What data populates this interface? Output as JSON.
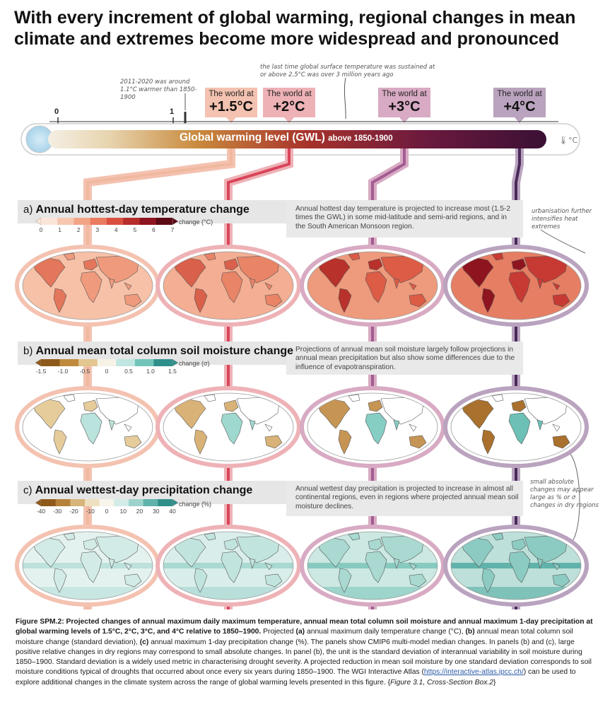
{
  "title": "With every increment of global warming, regional changes in mean climate and extremes become more widespread and pronounced",
  "notes": {
    "current": "2011-2020 was around 1.1°C warmer than 1850-1900",
    "past": "the last time global surface temperature was sustained at or above 2.5°C was over 3 million years ago",
    "urban": "urbanisation further intensifies heat extremes",
    "dry": "small absolute changes may appear large as % or σ changes in dry regions"
  },
  "thermometer": {
    "ticks": [
      "0",
      "1"
    ],
    "label": "Global warming level (GWL)",
    "sublabel": "above 1850-1900",
    "unit_icon": "°C",
    "levels": [
      {
        "top": "The world at",
        "value": "+1.5°C",
        "color": "#f4c2b0"
      },
      {
        "top": "The world at",
        "value": "+2°C",
        "color": "#eeb2b6"
      },
      {
        "top": "The world at",
        "value": "+3°C",
        "color": "#d8aac3"
      },
      {
        "top": "The world at",
        "value": "+4°C",
        "color": "#baa3bf"
      }
    ]
  },
  "panels": [
    {
      "letter": "a)",
      "title": "Annual hottest-day temperature change",
      "description": "Annual hottest day temperature is projected to increase most (1.5-2 times the GWL) in some mid-latitude and semi-arid regions, and in the South American Monsoon region.",
      "unit": "change (°C)",
      "ticks": [
        "0",
        "1",
        "2",
        "3",
        "4",
        "5",
        "6",
        "7"
      ],
      "colors": [
        "#fbe4d8",
        "#f7c7b0",
        "#f2a486",
        "#e97b5f",
        "#d9503e",
        "#b72d2c",
        "#8e1520",
        "#5c0a14"
      ]
    },
    {
      "letter": "b)",
      "title": "Annual mean total column soil moisture change",
      "description": "Projections of annual mean soil moisture largely follow projections in annual mean precipitation but also show some differences due to the influence of evapotranspiration.",
      "unit": "change (σ)",
      "ticks": [
        "-1.5",
        "-1.0",
        "-0.5",
        "0",
        "0.5",
        "1.0",
        "1.5"
      ],
      "colors": [
        "#8e5a1c",
        "#c08a3e",
        "#e3c690",
        "#f7f2e6",
        "#bfe6e0",
        "#72c4bb",
        "#2f8f8a"
      ]
    },
    {
      "letter": "c)",
      "title": "Annual wettest-day precipitation change",
      "description": "Annual wettest day precipitation is projected to increase in almost all continental regions, even in regions where projected annual mean soil moisture declines.",
      "unit": "change (%)",
      "ticks": [
        "-40",
        "-30",
        "-20",
        "-10",
        "0",
        "10",
        "20",
        "30",
        "40"
      ],
      "colors": [
        "#8e5a1c",
        "#b5823c",
        "#d6b47a",
        "#efe0c0",
        "#f7f4ec",
        "#d3ece8",
        "#9dd3cc",
        "#5fb3ab",
        "#2f8f8a"
      ]
    }
  ],
  "maps": {
    "temp": [
      {
        "ocean": "#f7c1a8",
        "land": "#ef9a7c",
        "hot": "#e3765b"
      },
      {
        "ocean": "#f3ae93",
        "land": "#e98467",
        "hot": "#d9604a"
      },
      {
        "ocean": "#ee9a7c",
        "land": "#dc5c45",
        "hot": "#b8312b"
      },
      {
        "ocean": "#e57e62",
        "land": "#c73a33",
        "hot": "#8e1520"
      }
    ],
    "soil": [
      {
        "ocean": "#ffffff",
        "dry": "#e6cc9a",
        "wet": "#b9e3dc"
      },
      {
        "ocean": "#ffffff",
        "dry": "#d9b277",
        "wet": "#9fd8cf"
      },
      {
        "ocean": "#ffffff",
        "dry": "#c69553",
        "wet": "#86cdc3"
      },
      {
        "ocean": "#ffffff",
        "dry": "#a9712d",
        "wet": "#6cc0b6"
      }
    ],
    "precip": [
      {
        "ocean": "#e4f2ef",
        "land": "#d2ebe6",
        "band": "#b8dfd8"
      },
      {
        "ocean": "#d9eeea",
        "land": "#c2e4de",
        "band": "#a3d6ce"
      },
      {
        "ocean": "#cbe8e2",
        "land": "#a9d9d1",
        "band": "#7fc6bc"
      },
      {
        "ocean": "#bde1da",
        "land": "#8ccbc2",
        "band": "#55ada4"
      }
    ]
  },
  "caption": {
    "fig": "Figure SPM.2:",
    "bold": "Projected changes of annual maximum daily maximum temperature, annual mean total column soil moisture and annual maximum 1-day precipitation at global warming levels of 1.5°C, 2°C, 3°C, and 4°C relative to 1850–1900.",
    "t1": "Projected",
    "a": "(a)",
    "t2": "annual maximum daily temperature change (°C),",
    "b": "(b)",
    "t3": "annual mean total column soil moisture change (standard deviation),",
    "c": "(c)",
    "t4": "annual maximum 1-day precipitation change (%). The panels show CMIP6 multi-model median changes. In panels (b) and (c), large positive relative changes in dry regions may correspond to small absolute changes. In panel (b), the unit is the standard deviation of interannual variability in soil moisture during 1850–1900. Standard deviation is a widely used metric in characterising drought severity. A projected reduction in mean soil moisture by one standard deviation corresponds to soil moisture conditions typical of droughts that occurred about once every six years during 1850–1900. The WGI Interactive Atlas (",
    "link": "https://interactive-atlas.ipcc.ch/",
    "t5": ") can be used to explore additional changes in the climate system across the range of global warming levels presented in this figure. {",
    "ref": "Figure 3.1, Cross-Section Box.2",
    "t6": "}"
  }
}
